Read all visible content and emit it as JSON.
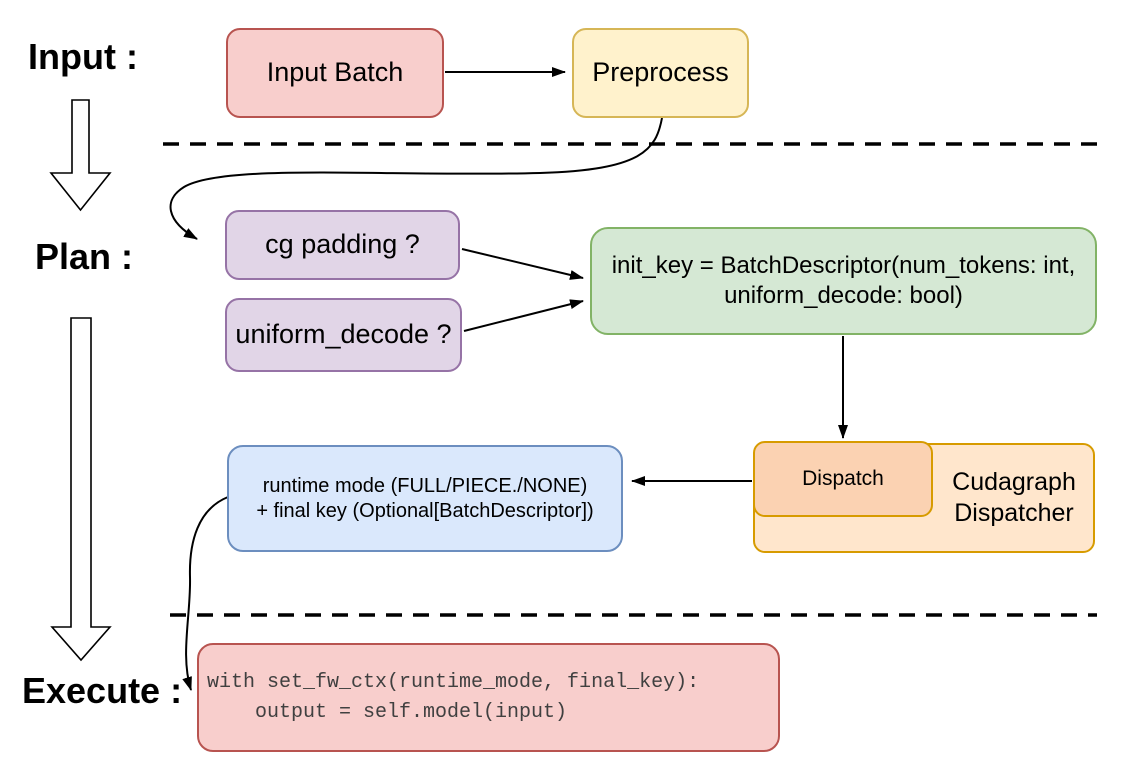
{
  "labels": {
    "input": "Input :",
    "plan": "Plan :",
    "execute": "Execute :"
  },
  "nodes": {
    "input_batch": {
      "label": "Input Batch",
      "fill": "#f8cecc",
      "stroke": "#b85450"
    },
    "preprocess": {
      "label": "Preprocess",
      "fill": "#fff2cc",
      "stroke": "#d6b656"
    },
    "cg_padding": {
      "label": "cg padding ?",
      "fill": "#e1d5e7",
      "stroke": "#9673a6"
    },
    "uniform_decode": {
      "label": "uniform_decode ?",
      "fill": "#e1d5e7",
      "stroke": "#9673a6"
    },
    "init_key": {
      "line1": "init_key = BatchDescriptor(num_tokens: int,",
      "line2": "uniform_decode: bool)",
      "fill": "#d5e8d4",
      "stroke": "#82b366"
    },
    "runtime_mode": {
      "line1": "runtime mode (FULL/PIECE./NONE)",
      "line2": "+ final key (Optional[BatchDescriptor])",
      "fill": "#dae8fc",
      "stroke": "#6c8ebf"
    },
    "dispatch": {
      "label": "Dispatch",
      "fill": "#fbd2b2",
      "stroke": "#d79b00"
    },
    "cudagraph_dispatcher": {
      "line1": "Cudagraph",
      "line2": "Dispatcher",
      "fill": "#ffe6cc",
      "stroke": "#d79b00"
    },
    "execute_code": {
      "line1": "with set_fw_ctx(runtime_mode, final_key):",
      "line2": "    output = self.model(input)",
      "fill": "#f8cecc",
      "stroke": "#b85450",
      "text_color": "#404040"
    }
  }
}
